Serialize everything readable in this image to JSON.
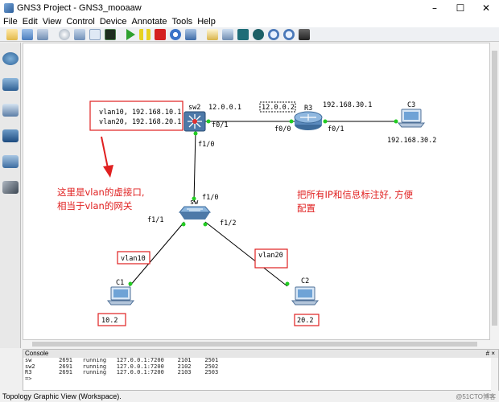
{
  "window": {
    "title": "GNS3 Project - GNS3_mooaaw",
    "controls": {
      "minimize": "–",
      "maximize": "☐",
      "close": "✕"
    }
  },
  "menu": {
    "items": [
      "File",
      "Edit",
      "View",
      "Control",
      "Device",
      "Annotate",
      "Tools",
      "Help"
    ]
  },
  "toolbar": {
    "icons": [
      "new-project-icon",
      "open-project-icon",
      "save-project-icon",
      "snapshot-icon",
      "preferences-icon",
      "select-icon",
      "console-icon",
      "start-icon",
      "suspend-icon",
      "stop-icon",
      "reload-icon",
      "virtualbox-icon",
      "note-icon",
      "picture-icon",
      "rectangle-icon",
      "ellipse-icon",
      "zoom-in-icon",
      "zoom-out-icon",
      "screenshot-icon"
    ]
  },
  "sidebar": {
    "icons": [
      "router-icon",
      "switch-icon",
      "end-device-icon",
      "security-device-icon",
      "all-devices-icon",
      "link-icon"
    ]
  },
  "topology": {
    "nodes": {
      "sw2": {
        "label": "sw2",
        "ip": "12.0.0.1"
      },
      "r3": {
        "label": "R3",
        "ip_boxed": "12.0.0.2",
        "right_ip": "192.168.30.1"
      },
      "c3": {
        "label": "C3",
        "ip": "192.168.30.2"
      },
      "sw": {
        "label": "sw"
      },
      "c1": {
        "label": "C1",
        "ip_box": "10.2"
      },
      "c2": {
        "label": "C2",
        "ip_box": "20.2"
      }
    },
    "ports": {
      "sw2_f0_1": "f0/1",
      "r3_f0_0": "f0/0",
      "r3_f0_1": "f0/1",
      "sw2_f1_0": "f1/0",
      "sw_f1_0": "f1/0",
      "sw_f1_1": "f1/1",
      "sw_f1_2": "f1/2"
    },
    "vlan_box": {
      "line1": "vlan10, 192.168.10.1",
      "line2": "vlan20, 192.168.20.1"
    },
    "vlan_labels": {
      "c1": "vlan10",
      "c2": "vlan20"
    },
    "notes": {
      "gateway_line1": "这里是vlan的虚接口,",
      "gateway_line2": "相当于vlan的网关",
      "info_line1": "把所有IP和信息标注好, 方便",
      "info_line2": "配置"
    },
    "colors": {
      "link": "#000000",
      "port_dot": "#22cc22",
      "annotation": "#e02020"
    }
  },
  "console": {
    "title": "Console",
    "controls": "# ×",
    "lines": [
      "sw        2691   running   127.0.0.1:7200    2101    2501",
      "sw2       2691   running   127.0.0.1:7200    2102    2502",
      "R3        2691   running   127.0.0.1:7200    2103    2503",
      "=>"
    ]
  },
  "status": {
    "text": "Topology Graphic View (Workspace).",
    "watermark": "@51CTO博客"
  }
}
